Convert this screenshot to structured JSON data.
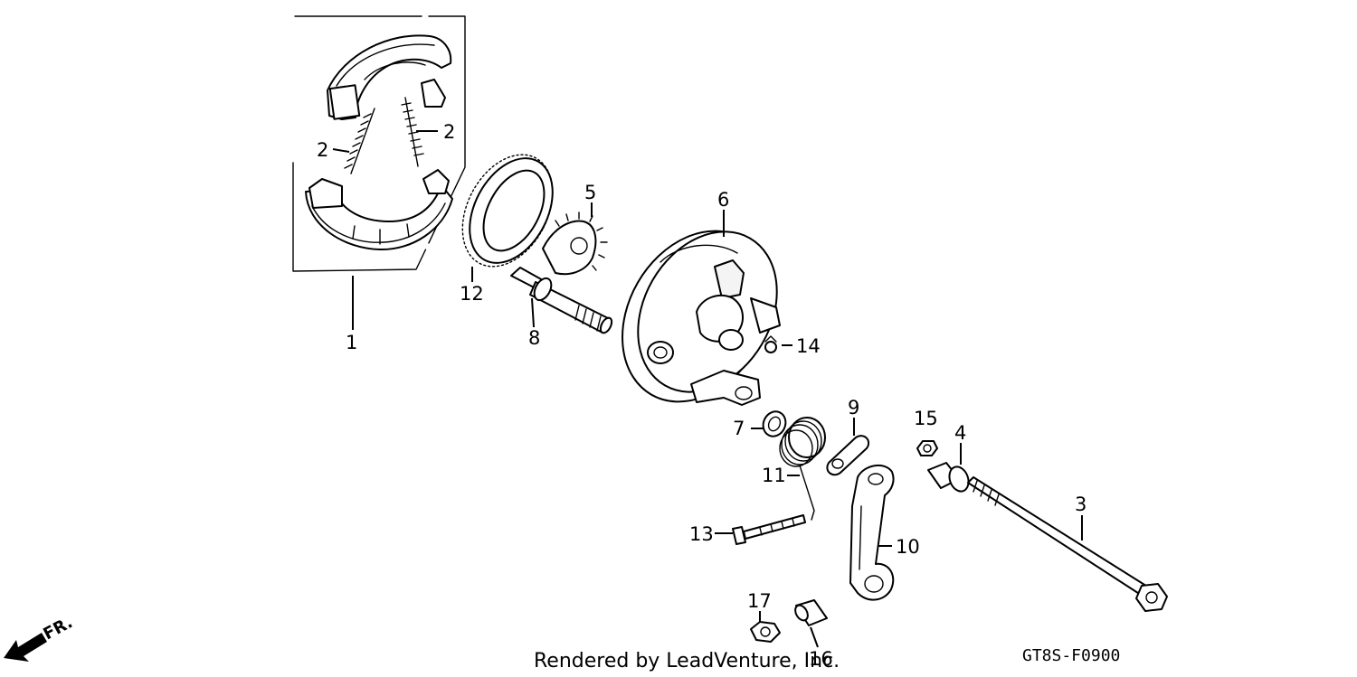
{
  "diagram": {
    "labels": {
      "p1": "1",
      "p2a": "2",
      "p2b": "2",
      "p3": "3",
      "p4": "4",
      "p5": "5",
      "p6": "6",
      "p7": "7",
      "p8": "8",
      "p9": "9",
      "p10": "10",
      "p11": "11",
      "p12": "12",
      "p13": "13",
      "p14": "14",
      "p15": "15",
      "p16": "16",
      "p17": "17"
    },
    "direction_label": "FR.",
    "credit": "Rendered by LeadVenture, Inc.",
    "diagram_code": "GT8S-F0900"
  }
}
